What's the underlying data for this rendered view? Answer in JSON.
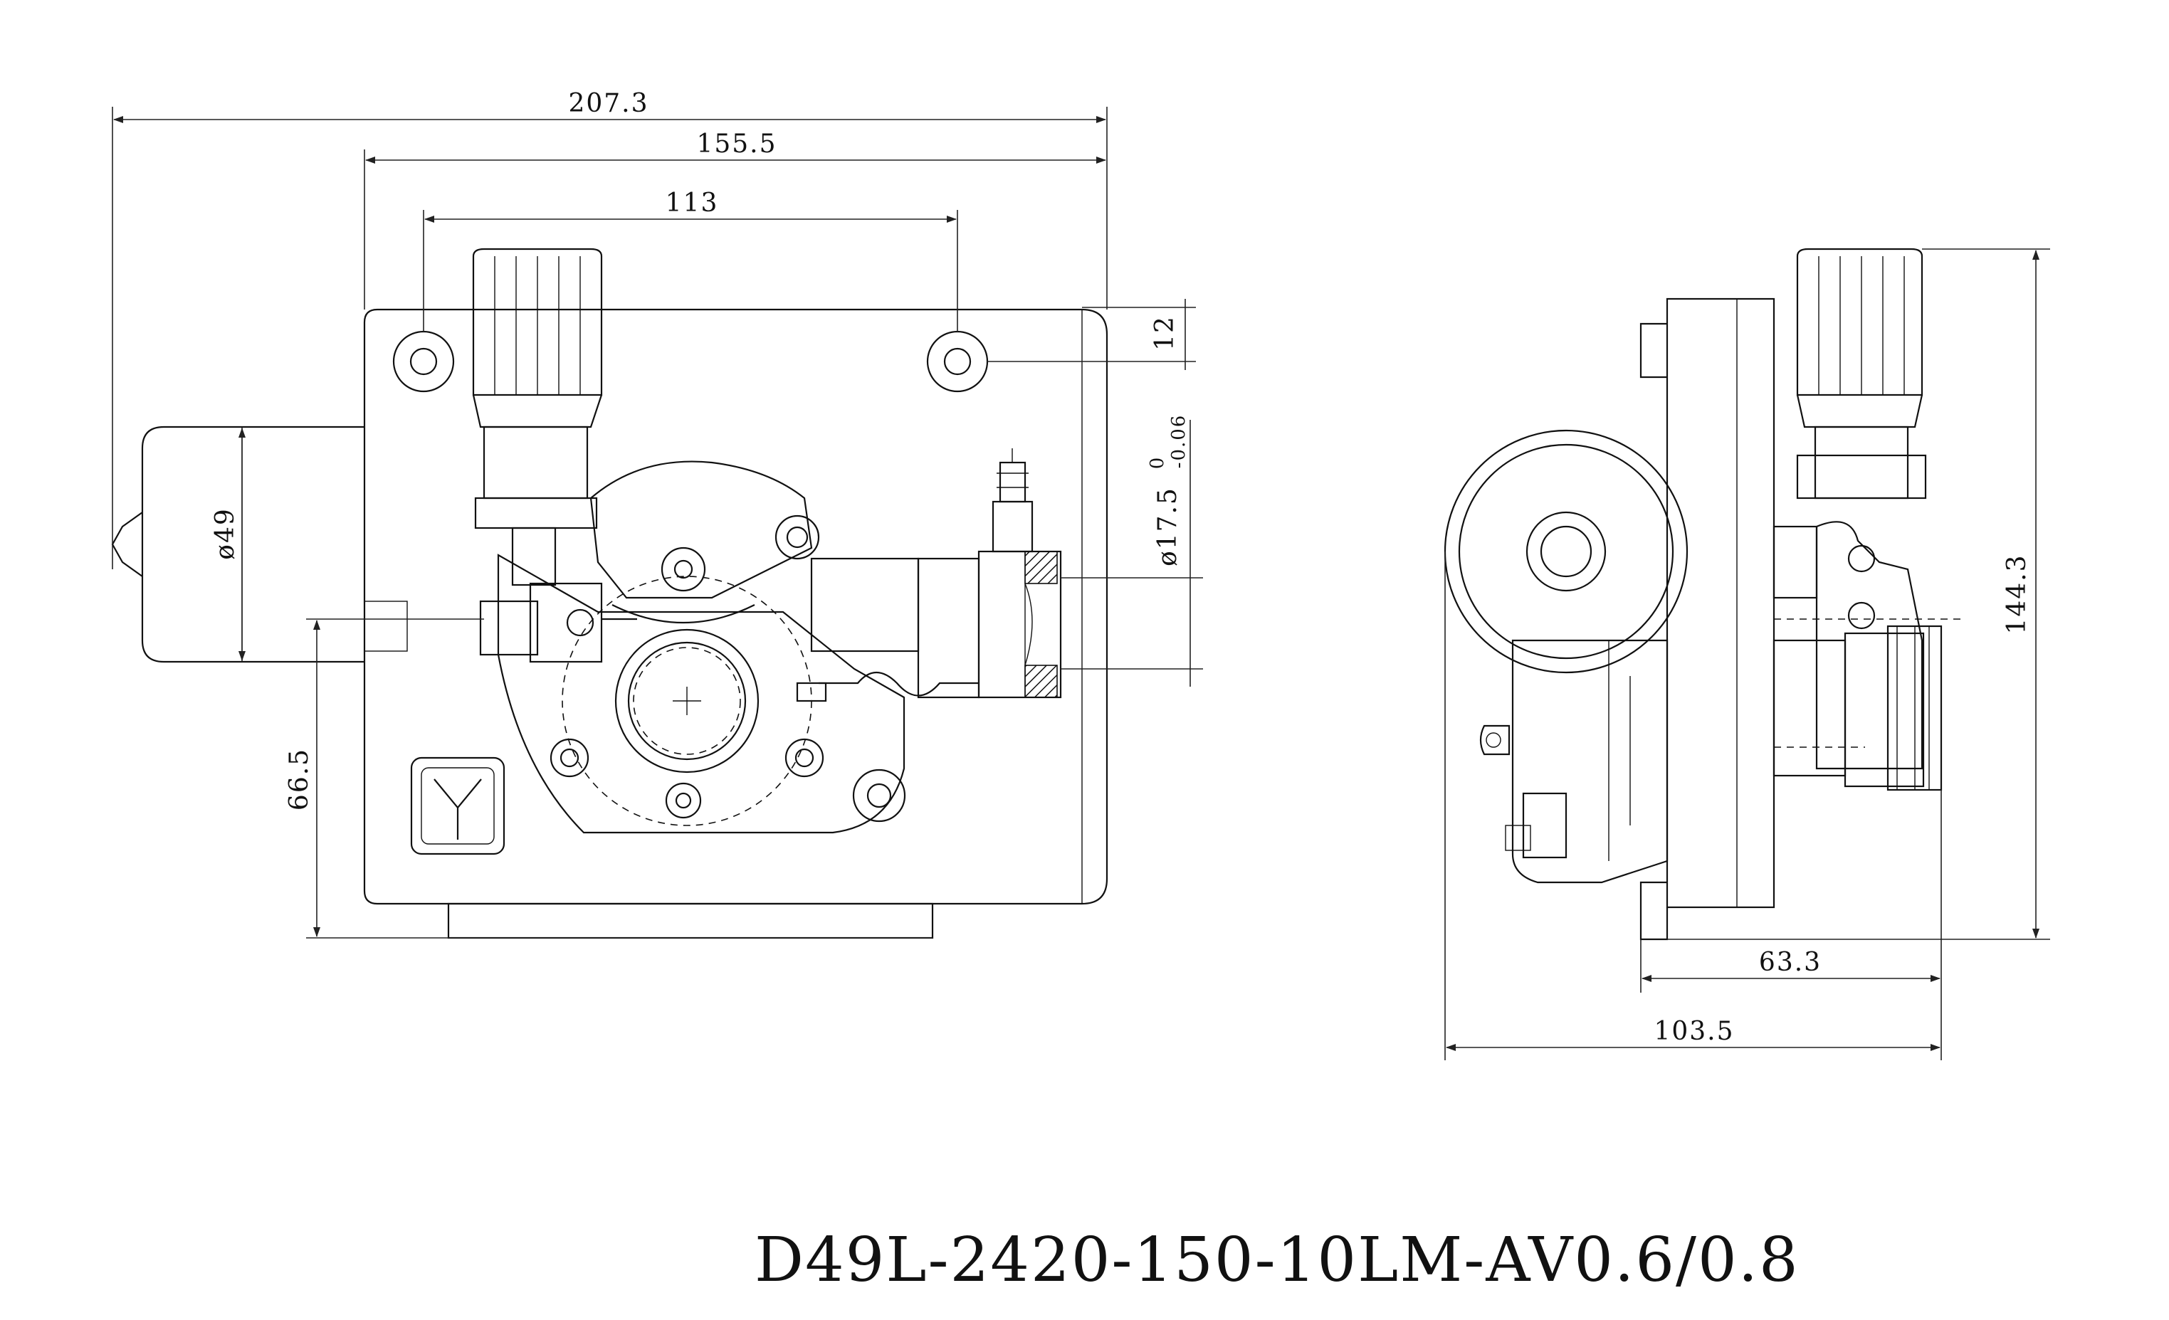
{
  "front_view": {
    "dims": {
      "overall_width": "207.3",
      "plate_width": "155.5",
      "hole_spacing": "113",
      "hole_offset": "12",
      "motor_diameter": "ø49",
      "inlet_diameter_base": "ø17.5",
      "inlet_tol_upper": "0",
      "inlet_tol_lower": "-0.06",
      "center_height": "66.5"
    }
  },
  "side_view": {
    "dims": {
      "overall_height": "144.3",
      "plate_depth": "63.3",
      "overall_depth": "103.5"
    }
  },
  "model_code": "D49L-2420-150-10LM-AV0.6/0.8"
}
